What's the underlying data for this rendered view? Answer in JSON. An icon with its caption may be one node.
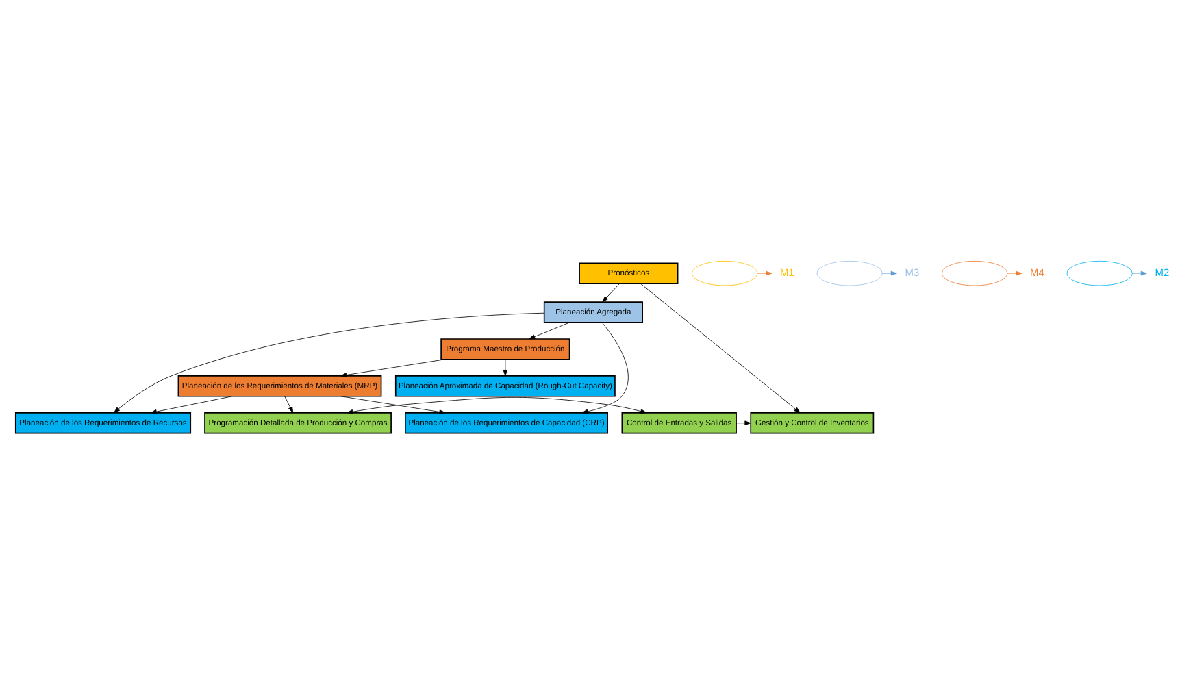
{
  "diagram": {
    "nodes": [
      {
        "text": [
          "Pronósticos"
        ]
      },
      {
        "text": [
          "Planeación Agregada"
        ]
      },
      {
        "text": [
          "Programa Maestro de Producción"
        ]
      },
      {
        "text": [
          "Planeación de los Requerimientos de Materiales (MRP)"
        ]
      },
      {
        "text": [
          "Planeación de los Requerimientos de Recursos"
        ]
      },
      {
        "text": [
          "Planeación Aproximada de Capacidad (Rough-Cut Capacity)"
        ]
      },
      {
        "text": [
          "Planeación de los Requerimientos de Capacidad (CRP)"
        ]
      },
      {
        "text": [
          "Gestión y Control de Inventarios"
        ]
      },
      {
        "text": [
          "Programación Detallada de Producción y Compras"
        ]
      },
      {
        "text": [
          "Control de Entradas y Salidas"
        ]
      },
      {
        "text": [],
        "shape": "ellipse"
      },
      {
        "text": [
          "M1"
        ]
      },
      {
        "text": [],
        "shape": "ellipse"
      },
      {
        "text": [
          "M3"
        ]
      },
      {
        "text": [],
        "shape": "ellipse"
      },
      {
        "text": [
          "M4"
        ]
      },
      {
        "text": [],
        "shape": "ellipse"
      },
      {
        "text": [
          "M2"
        ]
      }
    ],
    "edges": [
      {
        "from": 0,
        "to": 1,
        "arrow": "to"
      },
      {
        "from": 0,
        "to": 7,
        "arrow": "to"
      },
      {
        "from": 1,
        "to": 2,
        "arrow": "to"
      },
      {
        "from": 2,
        "to": 3,
        "arrow": "to"
      },
      {
        "from": 1,
        "to": 4,
        "arrow": "to"
      },
      {
        "from": 1,
        "to": 6,
        "arrow": "to"
      },
      {
        "from": 2,
        "to": 5,
        "arrow": "to"
      },
      {
        "from": 3,
        "to": 4,
        "arrow": "to"
      },
      {
        "from": 3,
        "to": 6,
        "arrow": "to"
      },
      {
        "from": 3,
        "to": 8,
        "arrow": "to"
      },
      {
        "from": 8,
        "to": 9,
        "arrow": "both"
      },
      {
        "from": 9,
        "to": 7,
        "arrow": "to"
      },
      {
        "from": 10,
        "to": 11,
        "arrow": "to",
        "color": "#ed7d31"
      },
      {
        "from": 12,
        "to": 13,
        "arrow": "to",
        "color": "#5b9bd5"
      },
      {
        "from": 14,
        "to": 15,
        "arrow": "to",
        "color": "#ed7d31"
      },
      {
        "from": 16,
        "to": 17,
        "arrow": "to",
        "color": "#5b9bd5"
      }
    ]
  }
}
